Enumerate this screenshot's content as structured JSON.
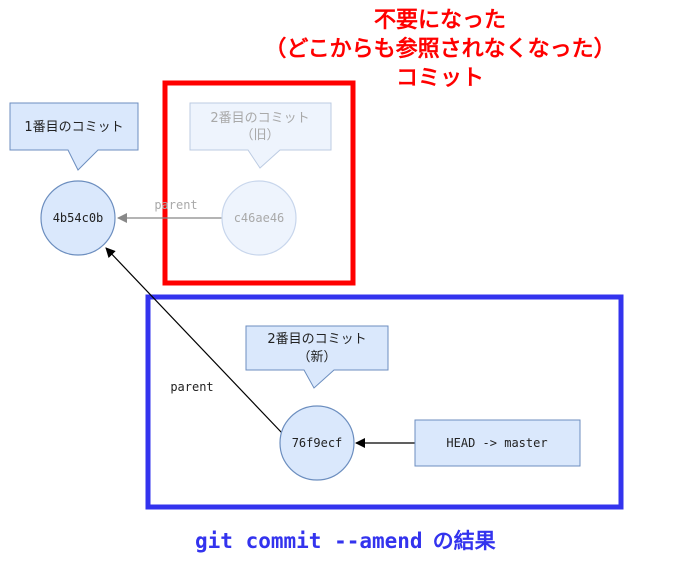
{
  "title_red": {
    "line1": "不要になった",
    "line2": "（どこからも参照されなくなった）",
    "line3": "コミット"
  },
  "callouts": {
    "first": "1番目のコミット",
    "second_old_line1": "2番目のコミット",
    "second_old_line2": "（旧）",
    "second_new_line1": "2番目のコミット",
    "second_new_line2": "（新）"
  },
  "commits": {
    "c1": "4b54c0b",
    "c2_old": "c46ae46",
    "c2_new": "76f9ecf"
  },
  "edges": {
    "parent_old": "parent",
    "parent_new": "parent"
  },
  "head": "HEAD -> master",
  "caption": {
    "command": "git commit --amend",
    "suffix": "の結果"
  },
  "colors": {
    "node_fill": "#dae8fc",
    "node_stroke": "#6c8ebf",
    "red": "#ff0000",
    "blue": "#3333ee"
  }
}
